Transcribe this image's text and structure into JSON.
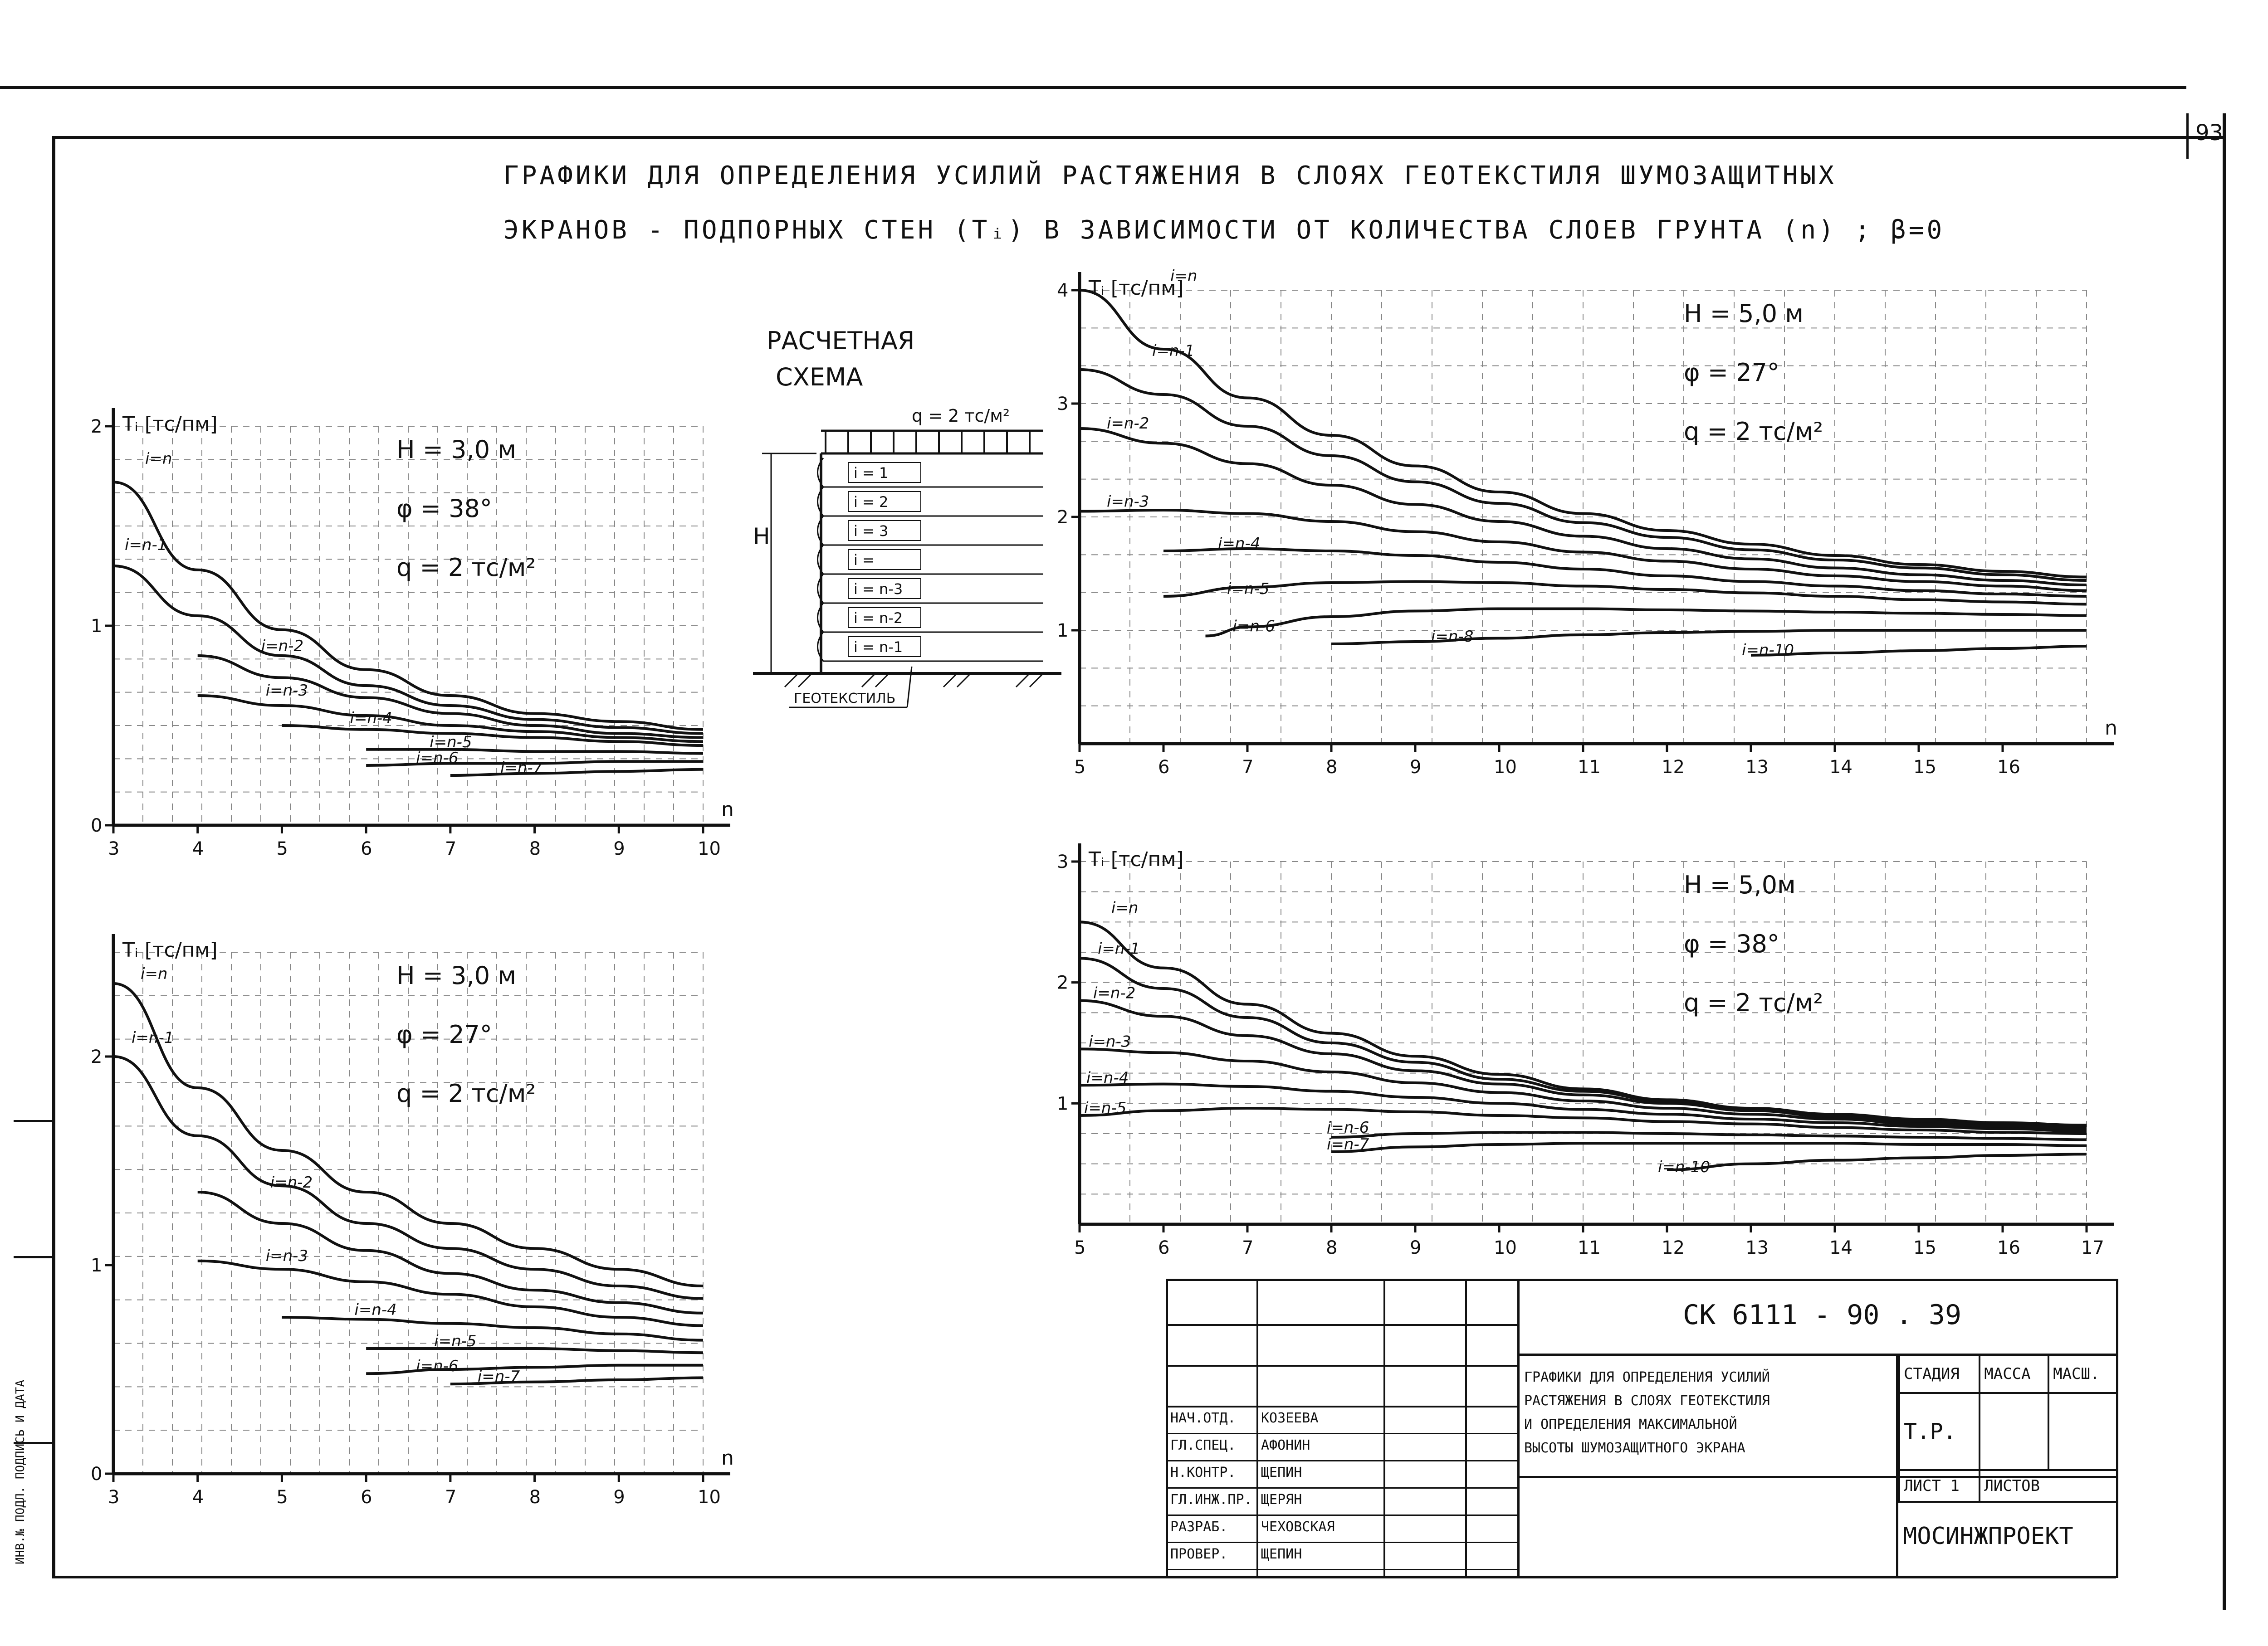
{
  "sheet_number": "93",
  "title_line1": "ГРАФИКИ ДЛЯ ОПРЕДЕЛЕНИЯ УСИЛИЙ РАСТЯЖЕНИЯ В СЛОЯХ ГЕОТЕКСТИЛЯ ШУМОЗАЩИТНЫХ",
  "title_line2": "ЭКРАНОВ - ПОДПОРНЫХ СТЕН (Tᵢ) В ЗАВИСИМОСТИ ОТ КОЛИЧЕСТВА СЛОЕВ ГРУНТА (n) ; β=0",
  "schema": {
    "title_line1": "РАСЧЕТНАЯ",
    "title_line2": "СХЕМА",
    "load": "q = 2 тс/м²",
    "height_label": "H",
    "layers": [
      "i = 1",
      "i = 2",
      "i = 3",
      "i =",
      "i = n-3",
      "i = n-2",
      "i = n-1"
    ],
    "geotextile_label": "ГЕОТЕКСТИЛЬ"
  },
  "chart_data": [
    {
      "type": "line",
      "ylabel": "Tᵢ [тс/пм]",
      "xlabel": "n",
      "params": [
        "H = 3,0 м",
        "φ = 38°",
        "q = 2 тс/м²"
      ],
      "xlim": [
        3,
        10
      ],
      "ylim": [
        0,
        2
      ],
      "xticks": [
        3,
        4,
        5,
        6,
        7,
        8,
        9,
        10
      ],
      "yticks": [
        0,
        1,
        2
      ],
      "series": [
        {
          "name": "i=n",
          "x": [
            3,
            4,
            5,
            6,
            7,
            8,
            9,
            10
          ],
          "y": [
            1.72,
            1.28,
            0.98,
            0.78,
            0.65,
            0.56,
            0.52,
            0.48
          ]
        },
        {
          "name": "i=n-1",
          "x": [
            3,
            4,
            5,
            6,
            7,
            8,
            9,
            10
          ],
          "y": [
            1.3,
            1.05,
            0.85,
            0.7,
            0.6,
            0.53,
            0.49,
            0.46
          ]
        },
        {
          "name": "i=n-2",
          "x": [
            4,
            5,
            6,
            7,
            8,
            9,
            10
          ],
          "y": [
            0.85,
            0.74,
            0.64,
            0.56,
            0.5,
            0.46,
            0.44
          ]
        },
        {
          "name": "i=n-3",
          "x": [
            4,
            5,
            6,
            7,
            8,
            9,
            10
          ],
          "y": [
            0.65,
            0.6,
            0.55,
            0.5,
            0.47,
            0.44,
            0.42
          ]
        },
        {
          "name": "i=n-4",
          "x": [
            5,
            6,
            7,
            8,
            9,
            10
          ],
          "y": [
            0.5,
            0.48,
            0.46,
            0.44,
            0.42,
            0.4
          ]
        },
        {
          "name": "i=n-5",
          "x": [
            6,
            7,
            8,
            9,
            10
          ],
          "y": [
            0.38,
            0.38,
            0.37,
            0.37,
            0.36
          ]
        },
        {
          "name": "i=n-6",
          "x": [
            6,
            7,
            8,
            9,
            10
          ],
          "y": [
            0.3,
            0.31,
            0.31,
            0.32,
            0.32
          ]
        },
        {
          "name": "i=n-7",
          "x": [
            7,
            8,
            9,
            10
          ],
          "y": [
            0.25,
            0.26,
            0.27,
            0.28
          ]
        }
      ]
    },
    {
      "type": "line",
      "ylabel": "Tᵢ [тс/пм]",
      "xlabel": "n",
      "params": [
        "H = 3,0 м",
        "φ = 27°",
        "q = 2 тс/м²"
      ],
      "xlim": [
        3,
        10
      ],
      "ylim": [
        0,
        2.5
      ],
      "xticks": [
        3,
        4,
        5,
        6,
        7,
        8,
        9,
        10
      ],
      "yticks": [
        0,
        1,
        2
      ],
      "series": [
        {
          "name": "i=n",
          "x": [
            3,
            4,
            5,
            6,
            7,
            8,
            9,
            10
          ],
          "y": [
            2.35,
            1.85,
            1.55,
            1.35,
            1.2,
            1.08,
            0.98,
            0.9
          ]
        },
        {
          "name": "i=n-1",
          "x": [
            3,
            4,
            5,
            6,
            7,
            8,
            9,
            10
          ],
          "y": [
            2.0,
            1.62,
            1.38,
            1.2,
            1.08,
            0.98,
            0.9,
            0.84
          ]
        },
        {
          "name": "i=n-2",
          "x": [
            4,
            5,
            6,
            7,
            8,
            9,
            10
          ],
          "y": [
            1.35,
            1.2,
            1.07,
            0.96,
            0.88,
            0.82,
            0.77
          ]
        },
        {
          "name": "i=n-3",
          "x": [
            4,
            5,
            6,
            7,
            8,
            9,
            10
          ],
          "y": [
            1.02,
            0.98,
            0.92,
            0.86,
            0.8,
            0.75,
            0.71
          ]
        },
        {
          "name": "i=n-4",
          "x": [
            5,
            6,
            7,
            8,
            9,
            10
          ],
          "y": [
            0.75,
            0.74,
            0.72,
            0.7,
            0.67,
            0.64
          ]
        },
        {
          "name": "i=n-5",
          "x": [
            6,
            7,
            8,
            9,
            10
          ],
          "y": [
            0.6,
            0.6,
            0.6,
            0.59,
            0.58
          ]
        },
        {
          "name": "i=n-6",
          "x": [
            6,
            7,
            8,
            9,
            10
          ],
          "y": [
            0.48,
            0.5,
            0.51,
            0.52,
            0.52
          ]
        },
        {
          "name": "i=n-7",
          "x": [
            7,
            8,
            9,
            10
          ],
          "y": [
            0.43,
            0.44,
            0.45,
            0.46
          ]
        }
      ]
    },
    {
      "type": "line",
      "ylabel": "Tᵢ [тс/пм]",
      "xlabel": "n",
      "params": [
        "H = 5,0 м",
        "φ = 27°",
        "q = 2 тс/м²"
      ],
      "xlim": [
        5,
        17
      ],
      "ylim": [
        0,
        4
      ],
      "xticks": [
        5,
        6,
        7,
        8,
        9,
        10,
        11,
        12,
        13,
        14,
        15,
        16
      ],
      "yticks": [
        1,
        2,
        3,
        4
      ],
      "series": [
        {
          "name": "i=n",
          "x": [
            5,
            6,
            7,
            8,
            9,
            10,
            11,
            12,
            13,
            14,
            15,
            16,
            17
          ],
          "y": [
            4.0,
            3.48,
            3.05,
            2.72,
            2.45,
            2.22,
            2.03,
            1.88,
            1.76,
            1.66,
            1.58,
            1.52,
            1.47
          ]
        },
        {
          "name": "i=n-1",
          "x": [
            5,
            6,
            7,
            8,
            9,
            10,
            11,
            12,
            13,
            14,
            15,
            16,
            17
          ],
          "y": [
            3.3,
            3.08,
            2.8,
            2.54,
            2.31,
            2.12,
            1.95,
            1.82,
            1.71,
            1.62,
            1.55,
            1.49,
            1.44
          ]
        },
        {
          "name": "i=n-2",
          "x": [
            5,
            6,
            7,
            8,
            9,
            10,
            11,
            12,
            13,
            14,
            15,
            16,
            17
          ],
          "y": [
            2.78,
            2.65,
            2.47,
            2.28,
            2.11,
            1.96,
            1.83,
            1.72,
            1.63,
            1.55,
            1.49,
            1.44,
            1.4
          ]
        },
        {
          "name": "i=n-3",
          "x": [
            5,
            6,
            7,
            8,
            9,
            10,
            11,
            12,
            13,
            14,
            15,
            16,
            17
          ],
          "y": [
            2.05,
            2.06,
            2.03,
            1.96,
            1.87,
            1.78,
            1.69,
            1.61,
            1.54,
            1.48,
            1.43,
            1.39,
            1.35
          ]
        },
        {
          "name": "i=n-4",
          "x": [
            6,
            7,
            8,
            9,
            10,
            11,
            12,
            13,
            14,
            15,
            16,
            17
          ],
          "y": [
            1.7,
            1.72,
            1.7,
            1.66,
            1.6,
            1.54,
            1.48,
            1.43,
            1.39,
            1.35,
            1.32,
            1.3
          ]
        },
        {
          "name": "i=n-5",
          "x": [
            6,
            7,
            8,
            9,
            10,
            11,
            12,
            13,
            14,
            15,
            16,
            17
          ],
          "y": [
            1.3,
            1.38,
            1.42,
            1.43,
            1.42,
            1.39,
            1.36,
            1.33,
            1.3,
            1.27,
            1.25,
            1.23
          ]
        },
        {
          "name": "i=n-6",
          "x": [
            6.5,
            7,
            8,
            9,
            10,
            11,
            12,
            13,
            14,
            15,
            16,
            17
          ],
          "y": [
            0.95,
            1.03,
            1.12,
            1.17,
            1.19,
            1.19,
            1.18,
            1.17,
            1.16,
            1.15,
            1.14,
            1.13
          ]
        },
        {
          "name": "i=n-8",
          "x": [
            8,
            9,
            10,
            11,
            12,
            13,
            14,
            15,
            16,
            17
          ],
          "y": [
            0.88,
            0.9,
            0.93,
            0.96,
            0.98,
            0.99,
            1.0,
            1.0,
            1.0,
            1.0
          ]
        },
        {
          "name": "i=n-10",
          "x": [
            13,
            14,
            15,
            16,
            17
          ],
          "y": [
            0.78,
            0.8,
            0.82,
            0.84,
            0.86
          ]
        }
      ]
    },
    {
      "type": "line",
      "ylabel": "Tᵢ [тс/пм]",
      "xlabel": "",
      "params": [
        "H = 5,0м",
        "φ = 38°",
        "q = 2 тс/м²"
      ],
      "xlim": [
        5,
        17
      ],
      "ylim": [
        0,
        3
      ],
      "xticks": [
        5,
        6,
        7,
        8,
        9,
        10,
        11,
        12,
        13,
        14,
        15,
        16,
        17
      ],
      "yticks": [
        1,
        2,
        3
      ],
      "series": [
        {
          "name": "i=n",
          "x": [
            5,
            6,
            7,
            8,
            9,
            10,
            11,
            12,
            13,
            14,
            15,
            16,
            17
          ],
          "y": [
            2.5,
            2.12,
            1.82,
            1.58,
            1.39,
            1.24,
            1.12,
            1.03,
            0.96,
            0.91,
            0.87,
            0.84,
            0.82
          ]
        },
        {
          "name": "i=n-1",
          "x": [
            5,
            6,
            7,
            8,
            9,
            10,
            11,
            12,
            13,
            14,
            15,
            16,
            17
          ],
          "y": [
            2.2,
            1.95,
            1.71,
            1.5,
            1.34,
            1.2,
            1.1,
            1.02,
            0.95,
            0.9,
            0.86,
            0.83,
            0.81
          ]
        },
        {
          "name": "i=n-2",
          "x": [
            5,
            6,
            7,
            8,
            9,
            10,
            11,
            12,
            13,
            14,
            15,
            16,
            17
          ],
          "y": [
            1.85,
            1.72,
            1.56,
            1.41,
            1.27,
            1.16,
            1.07,
            1.0,
            0.94,
            0.89,
            0.85,
            0.82,
            0.8
          ]
        },
        {
          "name": "i=n-3",
          "x": [
            5,
            6,
            7,
            8,
            9,
            10,
            11,
            12,
            13,
            14,
            15,
            16,
            17
          ],
          "y": [
            1.45,
            1.42,
            1.35,
            1.26,
            1.17,
            1.09,
            1.02,
            0.96,
            0.91,
            0.87,
            0.83,
            0.81,
            0.79
          ]
        },
        {
          "name": "i=n-4",
          "x": [
            5,
            6,
            7,
            8,
            9,
            10,
            11,
            12,
            13,
            14,
            15,
            16,
            17
          ],
          "y": [
            1.15,
            1.16,
            1.14,
            1.1,
            1.05,
            1.0,
            0.95,
            0.91,
            0.87,
            0.84,
            0.81,
            0.79,
            0.77
          ]
        },
        {
          "name": "i=n-5",
          "x": [
            5,
            6,
            7,
            8,
            9,
            10,
            11,
            12,
            13,
            14,
            15,
            16,
            17
          ],
          "y": [
            0.9,
            0.94,
            0.96,
            0.95,
            0.93,
            0.9,
            0.88,
            0.85,
            0.83,
            0.8,
            0.78,
            0.76,
            0.75
          ]
        },
        {
          "name": "i=n-6",
          "x": [
            8,
            9,
            10,
            11,
            12,
            13,
            14,
            15,
            16,
            17
          ],
          "y": [
            0.72,
            0.75,
            0.76,
            0.76,
            0.75,
            0.74,
            0.73,
            0.72,
            0.71,
            0.7
          ]
        },
        {
          "name": "i=n-7",
          "x": [
            8,
            9,
            10,
            11,
            12,
            13,
            14,
            15,
            16,
            17
          ],
          "y": [
            0.6,
            0.64,
            0.66,
            0.67,
            0.67,
            0.67,
            0.67,
            0.66,
            0.66,
            0.65
          ]
        },
        {
          "name": "i=n-10",
          "x": [
            12,
            13,
            14,
            15,
            16,
            17
          ],
          "y": [
            0.45,
            0.5,
            0.53,
            0.55,
            0.57,
            0.58
          ]
        }
      ]
    }
  ],
  "stamp": {
    "doc_code": "СК 6111 - 90 . 39",
    "description": [
      "ГРАФИКИ ДЛЯ ОПРЕДЕЛЕНИЯ УСИЛИЙ",
      "РАСТЯЖЕНИЯ В СЛОЯХ ГЕОТЕКСТИЛЯ",
      "И ОПРЕДЕЛЕНИЯ МАКСИМАЛЬНОЙ",
      "ВЫСОТЫ ШУМОЗАЩИТНОГО ЭКРАНА"
    ],
    "signatures": [
      {
        "role": "НАЧ.ОТД.",
        "name": "КОЗЕЕВА"
      },
      {
        "role": "ГЛ.СПЕЦ.",
        "name": "АФОНИН"
      },
      {
        "role": "Н.КОНТР.",
        "name": "ЩЕПИН"
      },
      {
        "role": "ГЛ.ИНЖ.ПР.",
        "name": "ЩЕРЯН"
      },
      {
        "role": "РАЗРАБ.",
        "name": "ЧЕХОВСКАЯ"
      },
      {
        "role": "ПРОВЕР.",
        "name": "ЩЕПИН"
      }
    ],
    "stage_label": "СТАДИЯ",
    "mass_label": "МАССА",
    "scale_label": "МАСШ.",
    "stage_value": "Т.Р.",
    "sheet_label": "ЛИСТ 1",
    "sheets_label": "ЛИСТОВ",
    "org": "МОСИНЖПРОЕКТ"
  },
  "side_stamp": "ИНВ.№ ПОДЛ. ПОДПИСЬ И ДАТА"
}
